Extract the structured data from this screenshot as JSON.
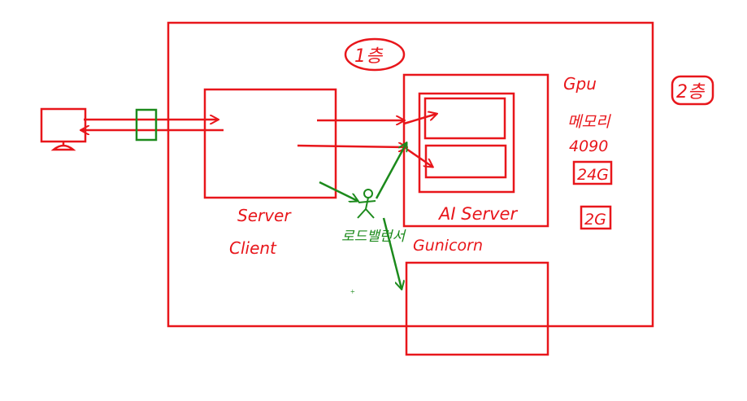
{
  "colors": {
    "stroke_red": "#e8161b",
    "stroke_green": "#1c8a1c"
  },
  "labels": {
    "floor_1": "1층",
    "floor_2": "2층",
    "gpu": "Gpu",
    "memory": "메모리",
    "gpu_model": "4090",
    "vram": "24G",
    "count": "2G",
    "ai_server": "AI Server",
    "server": "Server",
    "client": "Client",
    "load_balancer": "로드밸런서",
    "gunicorn": "Gunicorn"
  }
}
